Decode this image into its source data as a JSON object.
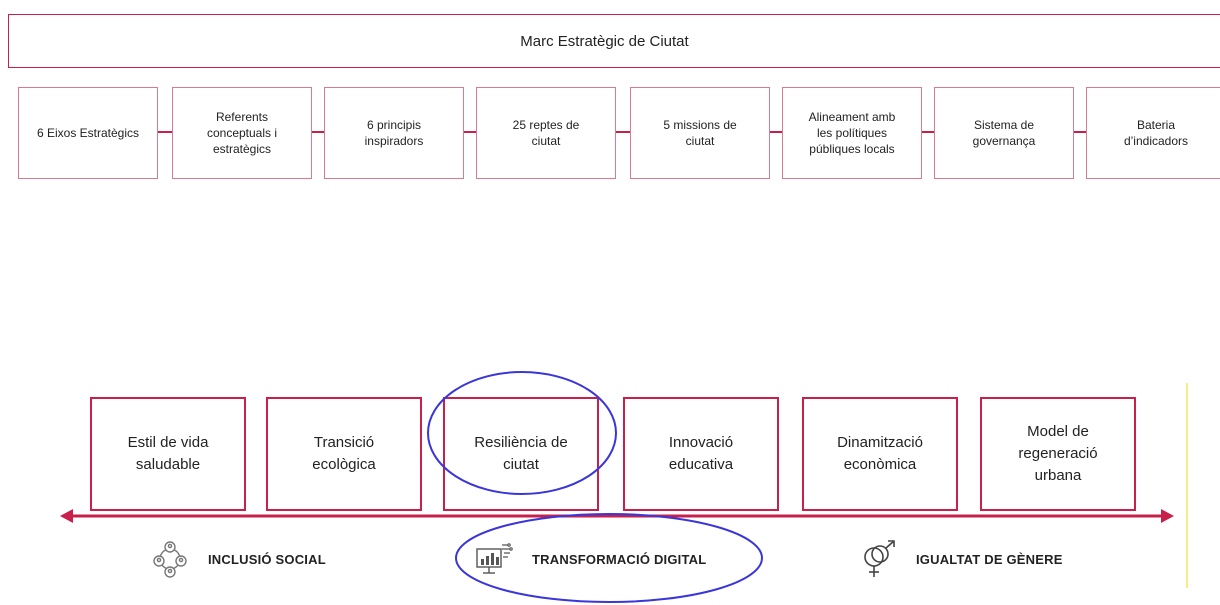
{
  "header": {
    "title": "Marc Estratègic de Ciutat"
  },
  "components": [
    "6 Eixos Estratègics",
    "Referents\nconceptuals i\nestratègics",
    "6 principis\ninspiradors",
    "25 reptes de\nciutat",
    "5 missions de\nciutat",
    "Alineament amb\nles polítiques\npúbliques locals",
    "Sistema de\ngovernança",
    "Bateria\nd’indicadors"
  ],
  "strategic_axes": [
    "Estil de vida\nsaludable",
    "Transició\necològica",
    "Resiliència de\nciutat",
    "Innovació\neducativa",
    "Dinamització\neconòmica",
    "Model de\nregeneració\nurbana"
  ],
  "transversal": [
    {
      "label": "INCLUSIÓ SOCIAL",
      "icon": "people-network-icon"
    },
    {
      "label": "TRANSFORMACIÓ DIGITAL",
      "icon": "digital-monitor-icon"
    },
    {
      "label": "IGUALTAT DE GÈNERE",
      "icon": "gender-symbols-icon"
    }
  ],
  "colors": {
    "accent": "#c8204a",
    "highlight_oval": "#3a36d9",
    "side_line": "#f5ef84"
  }
}
